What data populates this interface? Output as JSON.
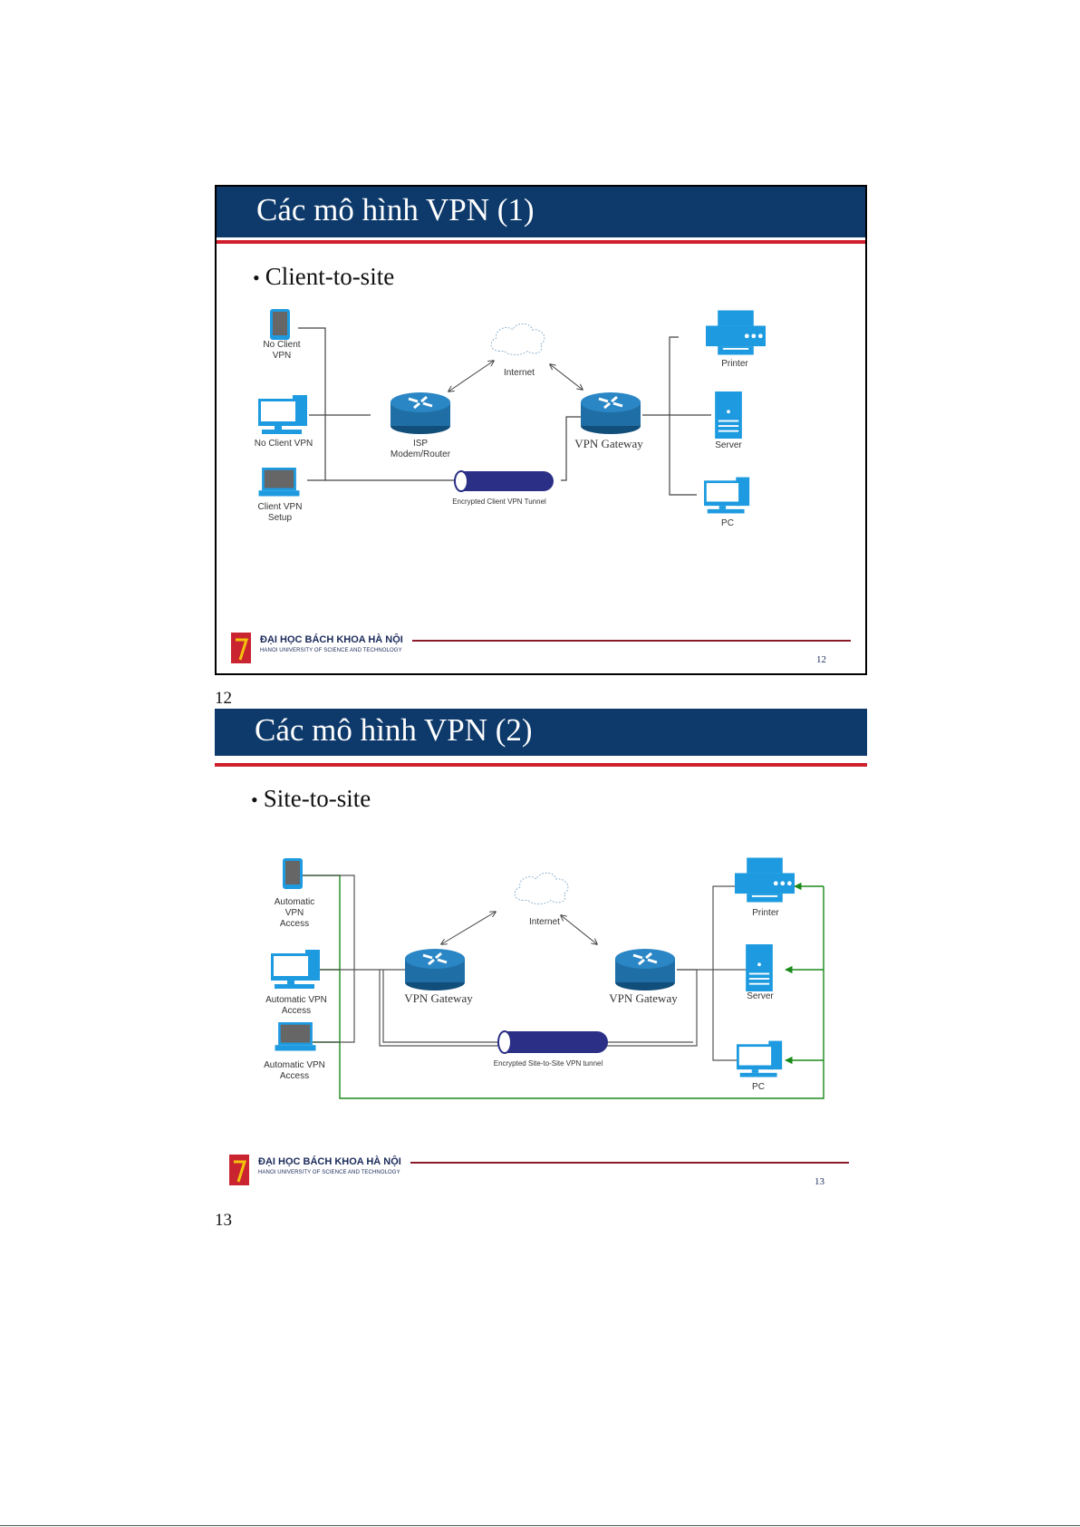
{
  "slides": [
    {
      "title": "Các mô hình VPN (1)",
      "bullet": "Client-to-site",
      "diagram": {
        "left_devices": [
          "No Client VPN",
          "No Client VPN",
          "Client VPN Setup"
        ],
        "internet": "Internet",
        "router_left": "ISP Modem/Router",
        "router_right": "VPN Gateway",
        "tunnel": "Encrypted Client VPN Tunnel",
        "right_devices": [
          "Printer",
          "Server",
          "PC"
        ]
      },
      "footer": {
        "university": "ĐẠI HỌC BÁCH KHOA HÀ NỘI",
        "university_en": "HANOI UNIVERSITY OF SCIENCE AND TECHNOLOGY",
        "slide_number": "12"
      },
      "page_number": "12"
    },
    {
      "title": "Các mô hình VPN (2)",
      "bullet": "Site-to-site",
      "diagram": {
        "left_devices": [
          "Automatic VPN Access",
          "Automatic VPN Access",
          "Automatic VPN Access"
        ],
        "internet": "Internet",
        "router_left": "VPN Gateway",
        "router_right": "VPN Gateway",
        "tunnel": "Encrypted Site-to-Site VPN tunnel",
        "right_devices": [
          "Printer",
          "Server",
          "PC"
        ]
      },
      "footer": {
        "university": "ĐẠI HỌC BÁCH KHOA HÀ NỘI",
        "university_en": "HANOI UNIVERSITY OF SCIENCE AND TECHNOLOGY",
        "slide_number": "13"
      },
      "page_number": "13"
    }
  ],
  "colors": {
    "title_bar": "#0e3a6b",
    "accent_red": "#d0202e",
    "device_blue": "#1e9be0",
    "router_blue": "#1f6fa6",
    "tunnel_navy": "#2b2f86",
    "link_green": "#1a8a1a"
  }
}
